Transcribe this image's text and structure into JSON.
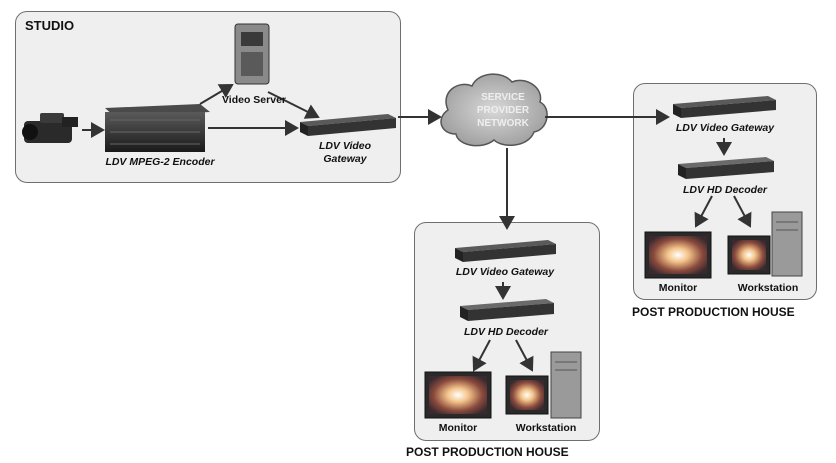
{
  "studio": {
    "title": "STUDIO",
    "video_server": "Video Server",
    "encoder": "LDV MPEG-2 Encoder",
    "gateway_line1": "LDV Video",
    "gateway_line2": "Gateway"
  },
  "network": {
    "line1": "SERVICE",
    "line2": "PROVIDER",
    "line3": "NETWORK"
  },
  "post_house_right": {
    "title": "POST PRODUCTION HOUSE",
    "gateway": "LDV Video Gateway",
    "decoder": "LDV HD Decoder",
    "monitor": "Monitor",
    "workstation": "Workstation"
  },
  "post_house_bottom": {
    "title": "POST PRODUCTION HOUSE",
    "gateway": "LDV Video Gateway",
    "decoder": "LDV HD Decoder",
    "monitor": "Monitor",
    "workstation": "Workstation"
  }
}
